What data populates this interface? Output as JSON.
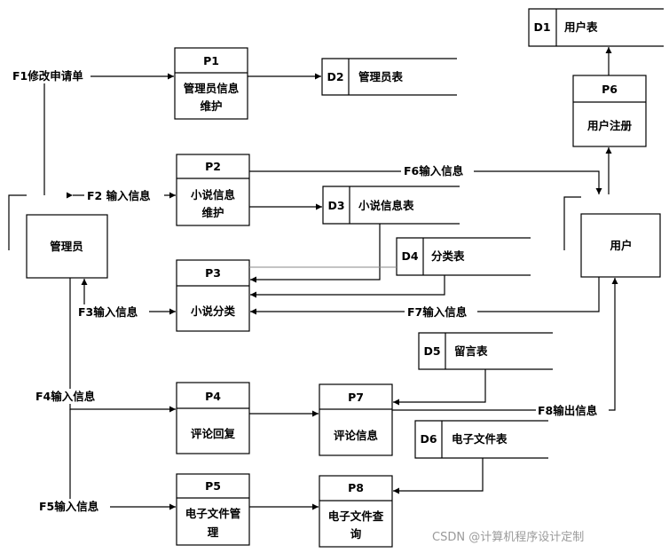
{
  "processes": {
    "p1": {
      "id": "P1",
      "line1": "管理员信息",
      "line2": "维护"
    },
    "p2": {
      "id": "P2",
      "line1": "小说信息",
      "line2": "维护"
    },
    "p3": {
      "id": "P3",
      "line1": "小说分类"
    },
    "p4": {
      "id": "P4",
      "line1": "评论回复"
    },
    "p5": {
      "id": "P5",
      "line1": "电子文件管",
      "line2": "理"
    },
    "p6": {
      "id": "P6",
      "line1": "用户注册"
    },
    "p7": {
      "id": "P7",
      "line1": "评论信息"
    },
    "p8": {
      "id": "P8",
      "line1": "电子文件查",
      "line2": "询"
    }
  },
  "stores": {
    "d1": {
      "id": "D1",
      "name": "用户表"
    },
    "d2": {
      "id": "D2",
      "name": "管理员表"
    },
    "d3": {
      "id": "D3",
      "name": "小说信息表"
    },
    "d4": {
      "id": "D4",
      "name": "分类表"
    },
    "d5": {
      "id": "D5",
      "name": "留言表"
    },
    "d6": {
      "id": "D6",
      "name": "电子文件表"
    }
  },
  "entities": {
    "admin": {
      "name": "管理员"
    },
    "user": {
      "name": "用户"
    }
  },
  "flows": {
    "f1": "F1修改申请单",
    "f2": "F2 输入信息",
    "f3": "F3输入信息",
    "f4": "F4输入信息",
    "f5": "F5输入信息",
    "f6": "F6输入信息",
    "f7": "F7输入信息",
    "f8": "F8输出信息"
  },
  "watermark": "CSDN @计算机程序设计定制"
}
